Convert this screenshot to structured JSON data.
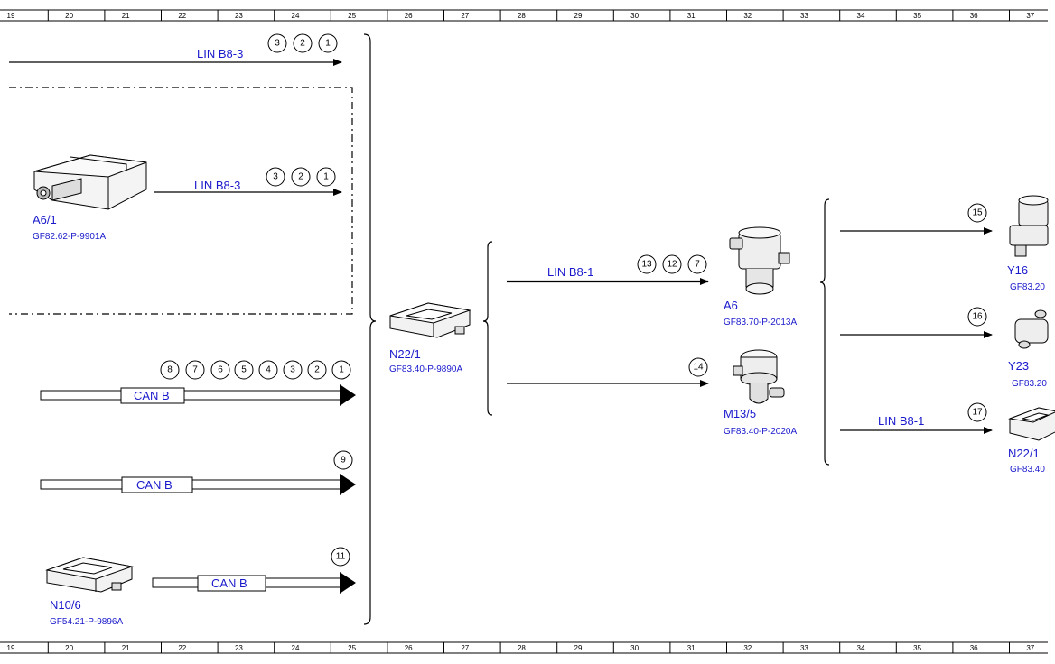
{
  "ruler": [
    "19",
    "20",
    "21",
    "22",
    "23",
    "24",
    "25",
    "26",
    "27",
    "28",
    "29",
    "30",
    "31",
    "32",
    "33",
    "34",
    "35",
    "36",
    "37"
  ],
  "components": {
    "a6_1": {
      "name": "A6/1",
      "ref": "GF82.62-P-9901A"
    },
    "n10_6": {
      "name": "N10/6",
      "ref": "GF54.21-P-9896A"
    },
    "n22_1": {
      "name": "N22/1",
      "ref": "GF83.40-P-9890A"
    },
    "a6": {
      "name": "A6",
      "ref": "GF83.70-P-2013A"
    },
    "m13_5": {
      "name": "M13/5",
      "ref": "GF83.40-P-2020A"
    },
    "y16": {
      "name": "Y16",
      "ref": "GF83.20"
    },
    "y23": {
      "name": "Y23",
      "ref": "GF83.20"
    },
    "n22_1_right": {
      "name": "N22/1",
      "ref": "GF83.40"
    }
  },
  "buses": {
    "lin_b8_3": "LIN B8-3",
    "lin_b8_1": "LIN B8-1",
    "can_b": "CAN B"
  },
  "callouts": {
    "row1": [
      "3",
      "2",
      "1"
    ],
    "row2": [
      "3",
      "2",
      "1"
    ],
    "row3": [
      "8",
      "7",
      "6",
      "5",
      "4",
      "3",
      "2",
      "1"
    ],
    "row4": [
      "9"
    ],
    "row5": [
      "11"
    ],
    "a6_line": [
      "13",
      "12",
      "7"
    ],
    "m13_line": [
      "14"
    ],
    "y16_line": [
      "15"
    ],
    "y23_line": [
      "16"
    ],
    "n22_right_line": [
      "17"
    ]
  }
}
